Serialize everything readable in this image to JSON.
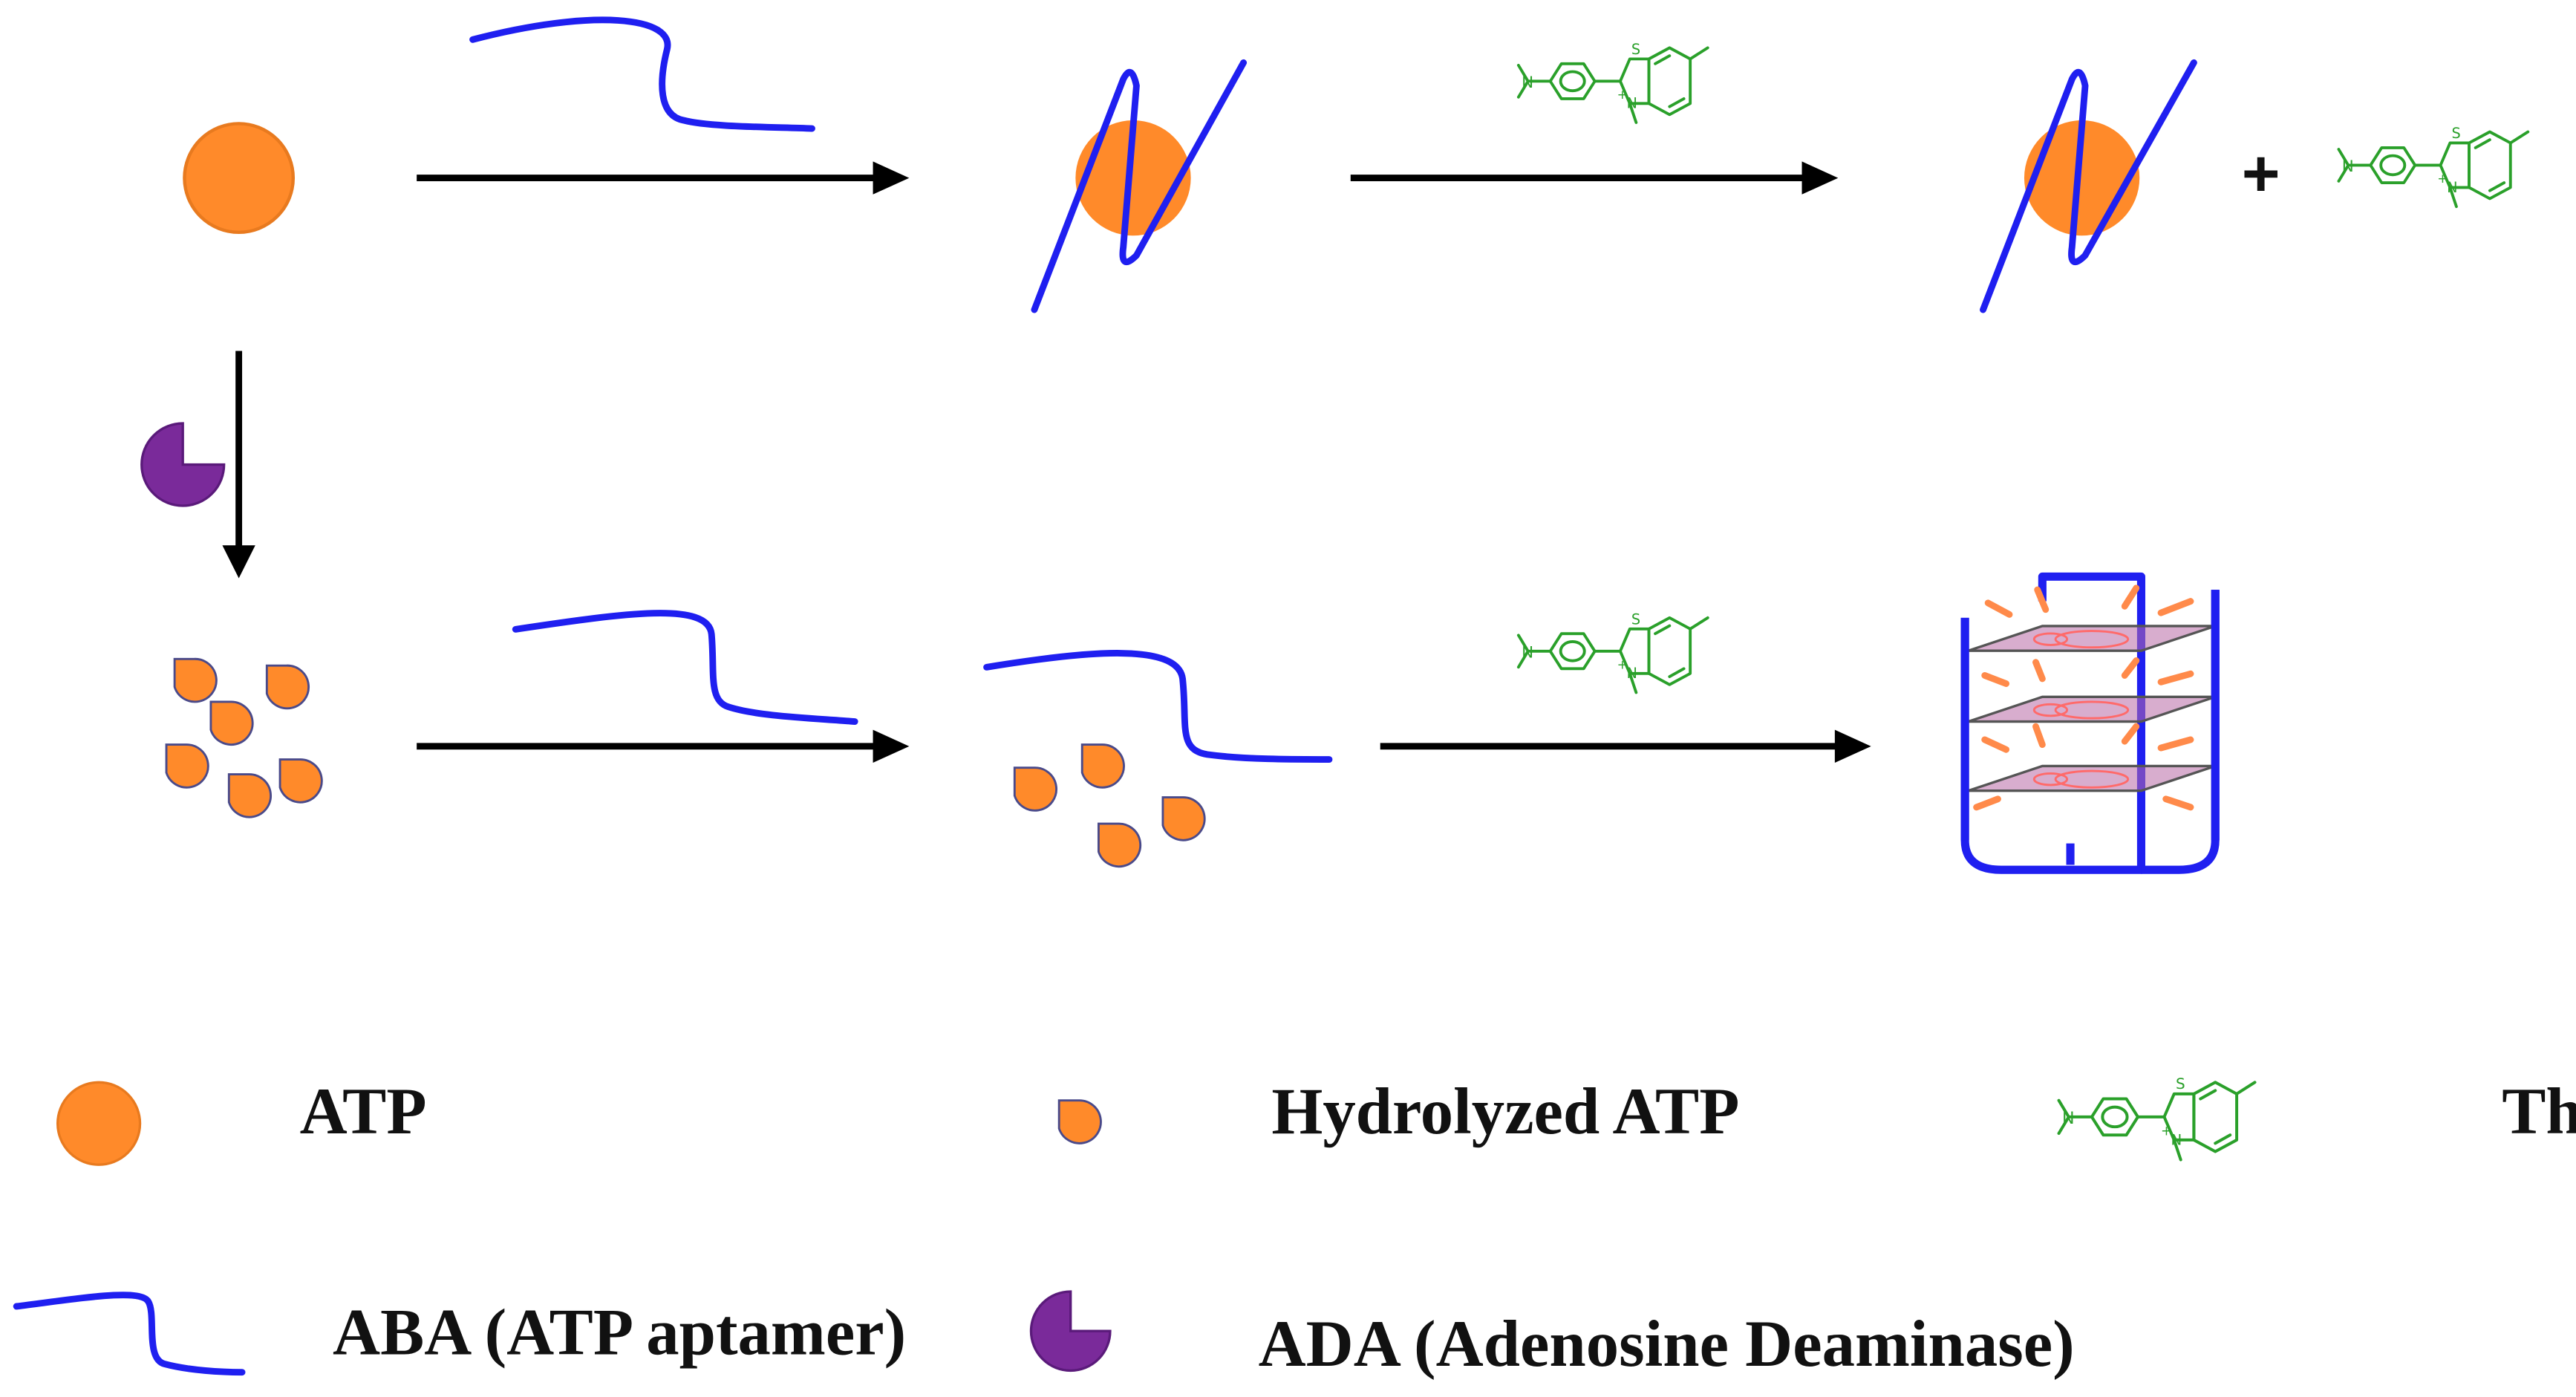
{
  "colors": {
    "atp": "#ff8a2a",
    "atp_stroke": "#e0661a",
    "aptamer": "#1f1ff0",
    "enzyme": "#7a2a9a",
    "tht": "#2aa02a",
    "arrow": "#000000",
    "quadruplex_plane": "#b86aa6",
    "quadruplex_glow": "#ff8a4a"
  },
  "icons": {
    "atp": "orange-circle",
    "hydrolyzed_atp": "orange-half-disc",
    "aptamer": "blue-strand",
    "enzyme": "purple-pacman",
    "tht": "green-thioflavin-structure",
    "quadruplex": "g-quadruplex"
  },
  "plus": "+",
  "legend": {
    "atp": "ATP",
    "hydrolyzed_atp": "Hydrolyzed ATP",
    "tht": "ThT",
    "aba": "ABA (ATP aptamer)",
    "ada": "ADA (Adenosine Deaminase)"
  }
}
